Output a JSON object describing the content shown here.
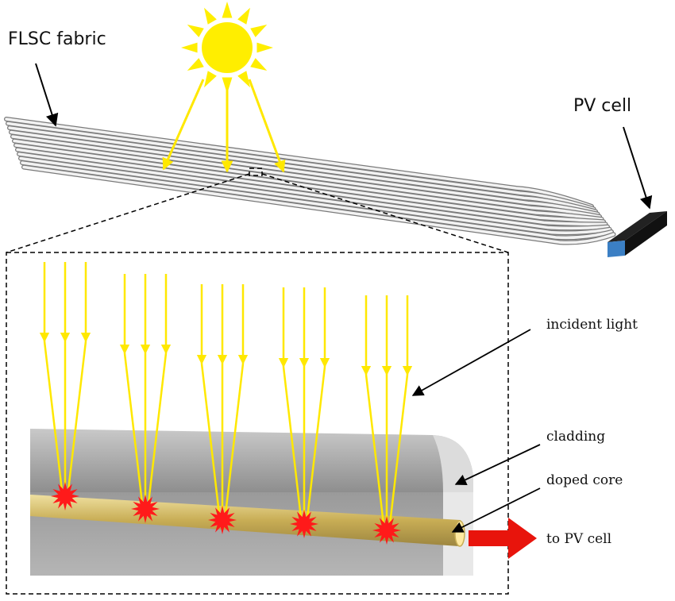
{
  "labels": {
    "fabric": "FLSC fabric",
    "pv_cell": "PV cell",
    "incident_light": "incident light",
    "cladding": "cladding",
    "doped_core": "doped core",
    "to_pv_cell": "to PV cell"
  },
  "colors": {
    "sun": "#ffee00",
    "light_ray": "#ffe800",
    "emission_star": "#ff1a1a",
    "output_arrow": "#e8140c",
    "pv_cell_front": "#3b7fc4",
    "pv_cell_top": "#1d1d1d",
    "cladding": "#a9a9a9",
    "core": "#d9c27a",
    "fiber": "#eeeeee"
  },
  "icons": {
    "sun": "sun-icon",
    "emission": "emission-burst-icon",
    "output": "right-arrow-icon"
  }
}
